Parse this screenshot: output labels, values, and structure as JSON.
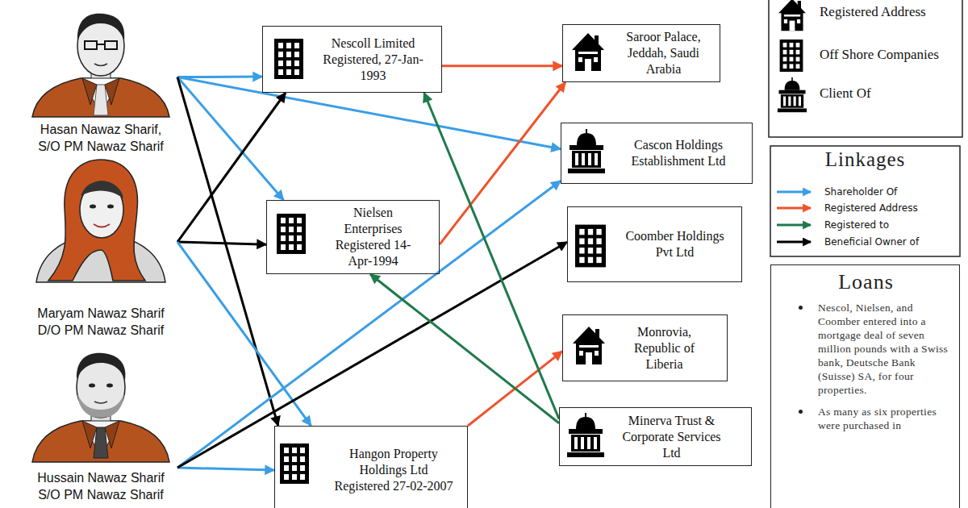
{
  "diagram": {
    "nodes": [
      {
        "text": [
          "Hasan Nawaz Sharif, S/O PM Nawaz Sharif"
        ]
      },
      {
        "text": [
          "Nescoll Limited Registered, 27-Jan-1993"
        ]
      },
      {
        "text": [
          "Saroor Palace, Jeddah, Saudi Arabia"
        ]
      },
      {
        "text": [
          "Cascon Holdings Establishment Ltd"
        ]
      },
      {
        "text": [
          "Maryam Nawaz Sharif D/O PM Nawaz Sharif"
        ]
      },
      {
        "text": [
          "Nielsen Enterprises Registered 14-Apr-1994"
        ]
      },
      {
        "text": [
          "Coomber Holdings Pvt Ltd"
        ]
      },
      {
        "text": [
          "Monrovia, Republic of Liberia"
        ]
      },
      {
        "text": [
          "Hussain Nawaz Sharif S/O PM Nawaz Sharif"
        ]
      },
      {
        "text": [
          "Minerva Trust & Corporate Services Ltd"
        ]
      },
      {
        "text": [
          "Hangon Property Holdings Ltd Registered 27-02-2007"
        ]
      },
      {
        "text": [
          "Loans",
          "Nescol, Nielsen, and Coomber entered into a mortgage deal of seven million pounds with a Swiss bank, Deutsche Bank (Suisse) SA, for four properties.",
          "As many as six properties were purchased in"
        ]
      }
    ],
    "edges": [
      {
        "from": 0,
        "to": 1,
        "arrow": "to"
      },
      {
        "from": 0,
        "to": 3,
        "arrow": "to"
      },
      {
        "from": 0,
        "to": 5,
        "arrow": "to"
      },
      {
        "from": 0,
        "to": 10,
        "arrow": "to"
      },
      {
        "from": 4,
        "to": 1,
        "arrow": "to"
      },
      {
        "from": 4,
        "to": 5,
        "arrow": "to"
      },
      {
        "from": 4,
        "to": 10,
        "arrow": "to"
      },
      {
        "from": 8,
        "to": 10,
        "arrow": "to"
      },
      {
        "from": 8,
        "to": 3,
        "arrow": "to"
      },
      {
        "from": 8,
        "to": 6,
        "arrow": "to"
      },
      {
        "from": 1,
        "to": 2,
        "arrow": "to"
      },
      {
        "from": 5,
        "to": 2,
        "arrow": "to"
      },
      {
        "from": 10,
        "to": 7,
        "arrow": "to"
      },
      {
        "from": 9,
        "to": 1,
        "arrow": "to"
      },
      {
        "from": 9,
        "to": 5,
        "arrow": "to"
      }
    ],
    "labels": [
      "Linkages"
    ],
    "legend": [
      {
        "text": "Registered Address"
      },
      {
        "text": "Off Shore Companies"
      },
      {
        "text": "Client Of"
      },
      {
        "text": "Shareholder Of"
      },
      {
        "text": "Registered Address"
      },
      {
        "text": "Registered to"
      },
      {
        "text": "Beneficial Owner of"
      }
    ]
  }
}
